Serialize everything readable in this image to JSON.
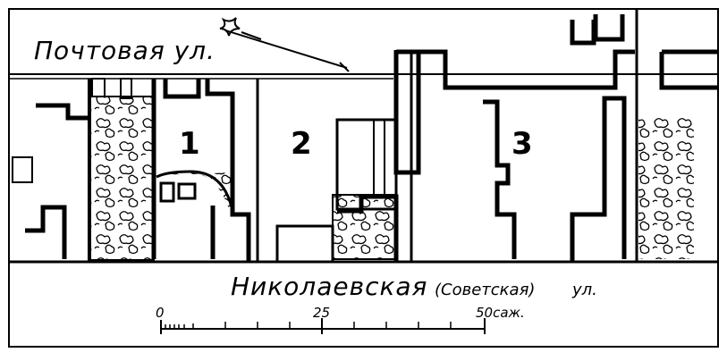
{
  "map": {
    "streets": {
      "top": "Почтовая ул.",
      "bottom_main": "Николаевская",
      "bottom_paren": "(Советская)",
      "bottom_suffix": "ул."
    },
    "blocks": [
      {
        "id": "block-1",
        "label": "1"
      },
      {
        "id": "block-2",
        "label": "2"
      },
      {
        "id": "block-3",
        "label": "3"
      }
    ],
    "scale": {
      "start": "0",
      "mid": "25",
      "end": "50сaж."
    },
    "icons": {
      "north_arrow": "north-arrow-icon",
      "greenery": "tree-hatching"
    },
    "colors": {
      "ink": "#000000",
      "paper": "#ffffff"
    }
  }
}
